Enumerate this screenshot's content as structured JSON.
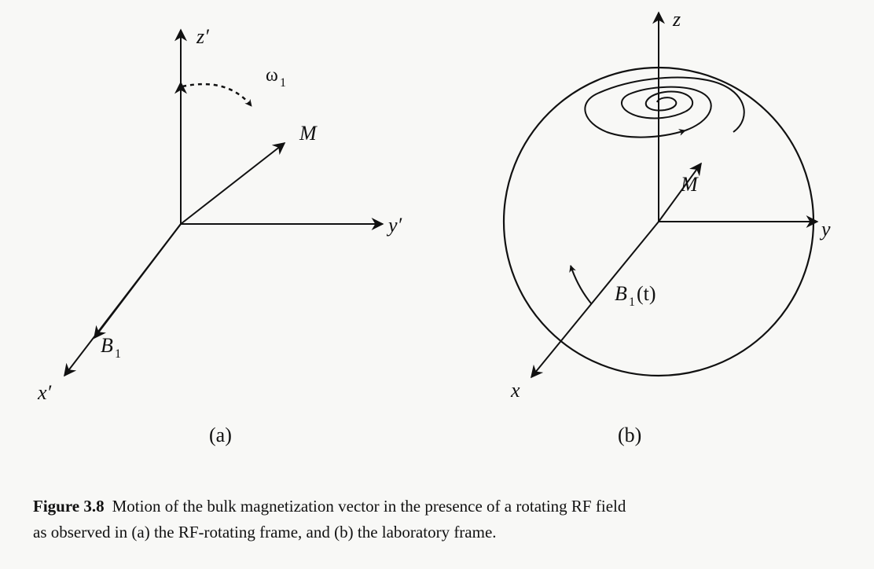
{
  "figure": {
    "panel_a": {
      "axis_z": "z′",
      "axis_y": "y′",
      "axis_x": "x′",
      "omega": "ω",
      "omega_sub": "1",
      "vector_m": "M",
      "vector_b": "B",
      "vector_b_sub": "1",
      "label": "(a)"
    },
    "panel_b": {
      "axis_z": "z",
      "axis_y": "y",
      "axis_x": "x",
      "vector_m": "M",
      "vector_b": "B",
      "vector_b_sub": "1",
      "vector_b_arg": "(t)",
      "label": "(b)"
    }
  },
  "caption": {
    "label": "Figure 3.8",
    "line1": "Motion of the bulk magnetization vector in the presence of a rotating RF field",
    "line2": "as observed in (a) the RF-rotating frame, and (b) the laboratory frame."
  }
}
